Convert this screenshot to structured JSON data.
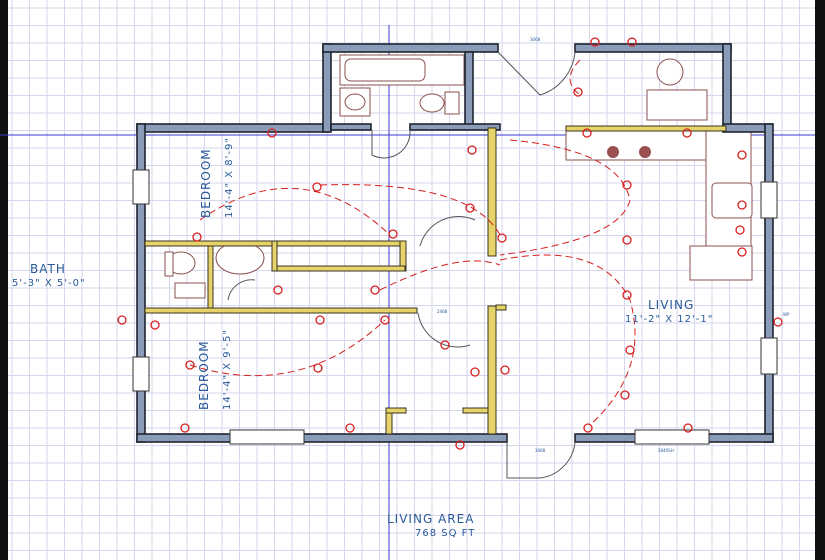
{
  "rooms": {
    "bath": {
      "name": "BATH",
      "size": "5'-3\" X 5'-0\""
    },
    "bedroom_top": {
      "name": "BEDROOM",
      "size": "14'-4\" X 8'-9\""
    },
    "bedroom_bottom": {
      "name": "BEDROOM",
      "size": "14'-4\" X 9'-5\""
    },
    "living": {
      "name": "LIVING",
      "size": "11'-2\" X 12'-1\""
    }
  },
  "summary": {
    "title": "LIVING AREA",
    "area": "768 SQ FT"
  },
  "tags": {
    "door_front": "3068",
    "door_back": "3068",
    "door_int": "2468",
    "window": "2840SH",
    "wp": "WP"
  },
  "colors": {
    "wall": "#8a9cb8",
    "interior_wall": "#e6d36a",
    "electrical": "#d81e1e",
    "label": "#2a5a9a",
    "guide": "#3a3ad0",
    "grid": "#d6d6ee"
  }
}
